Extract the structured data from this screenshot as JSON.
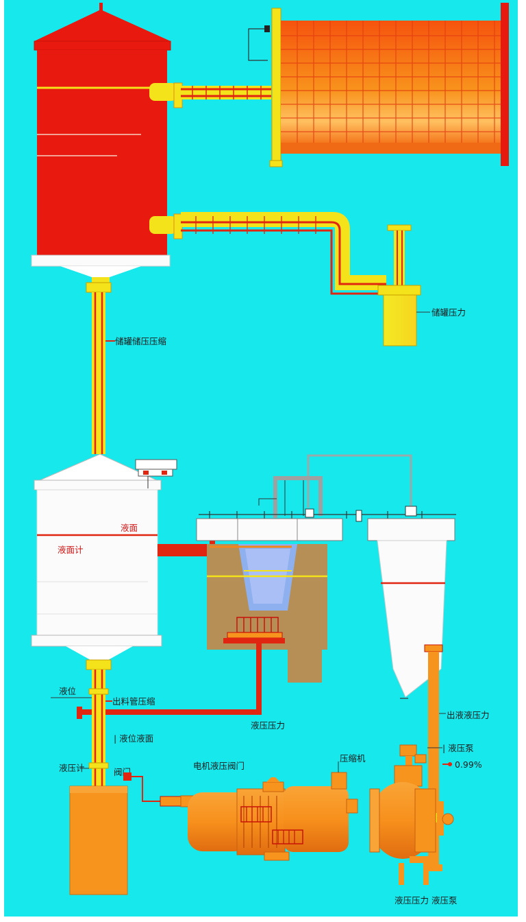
{
  "colors": {
    "background": "#16e8ec",
    "tank_red": "#e8190f",
    "pipe_yellow": "#f4e21a",
    "pipe_red": "#e02510",
    "orange": "#f7941d",
    "heater_orange": "#f26b0f",
    "white_tank": "#fbfbfb",
    "olive": "#b58f56"
  },
  "labels": {
    "top_right_vessel": "储罐压力",
    "top_pipe": "储罐储压压缩",
    "white_tank_top": "液面",
    "white_tank_side": "液面计",
    "left_valve": "液位",
    "left_mid_line": "出料管压缩",
    "return_line": "液压压力",
    "left_pump": "| 液位液面",
    "left_tank": "液压计",
    "left_small": "阀门",
    "center_motor": "电机液压阀门",
    "motor_right": "压缩机",
    "right_pipe": "出液液压力",
    "right_pump": "| 液压泵",
    "right_percent": "0.99%",
    "bottom_right": "液压压力 液压泵"
  }
}
